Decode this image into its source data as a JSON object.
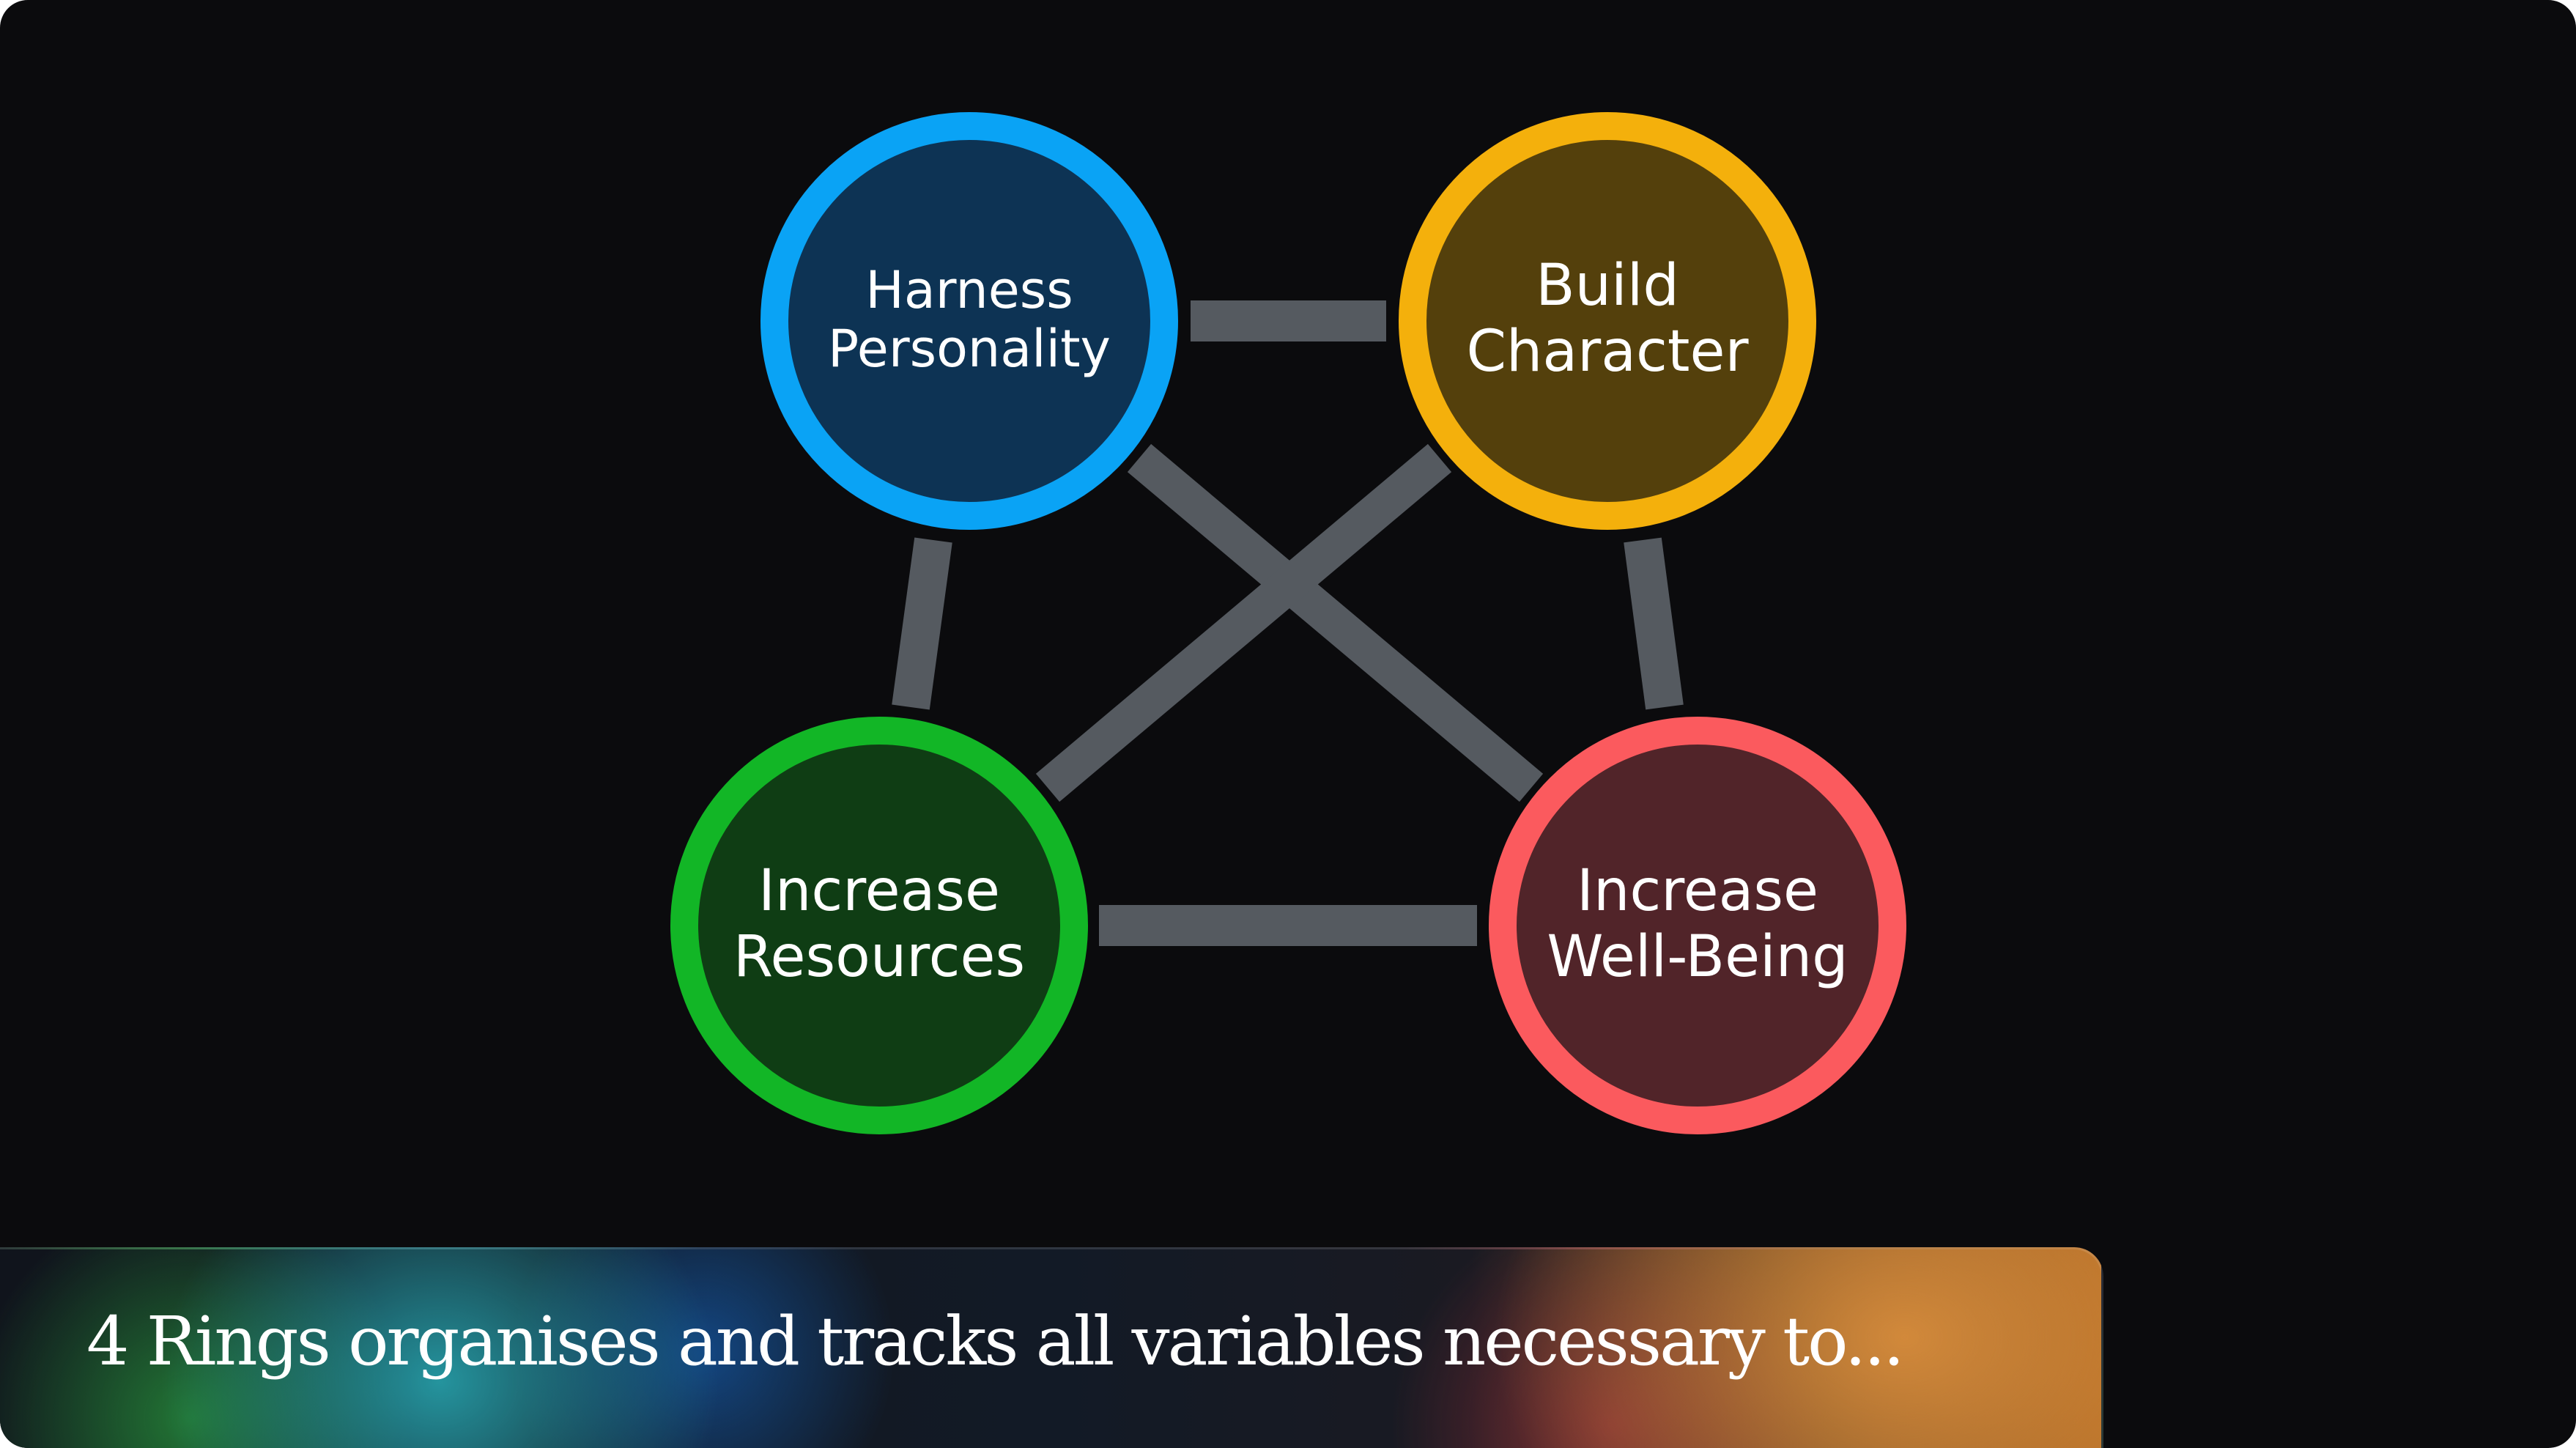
{
  "diagram": {
    "rings": [
      {
        "id": "harness-personality",
        "lines": [
          "Harness",
          "Personality"
        ],
        "color": "#0aa3f5",
        "fill": "#0d3354"
      },
      {
        "id": "build-character",
        "lines": [
          "Build",
          "Character"
        ],
        "color": "#f4b00c",
        "fill": "#54400c"
      },
      {
        "id": "increase-resources",
        "lines": [
          "Increase",
          "Resources"
        ],
        "color": "#12b626",
        "fill": "#0f3d14"
      },
      {
        "id": "increase-well-being",
        "lines": [
          "Increase",
          "Well-Being"
        ],
        "color": "#fb5a5e",
        "fill": "#512429"
      }
    ],
    "connector_color": "#555a60"
  },
  "caption": {
    "text": "4 Rings organises and tracks all variables necessary to..."
  }
}
